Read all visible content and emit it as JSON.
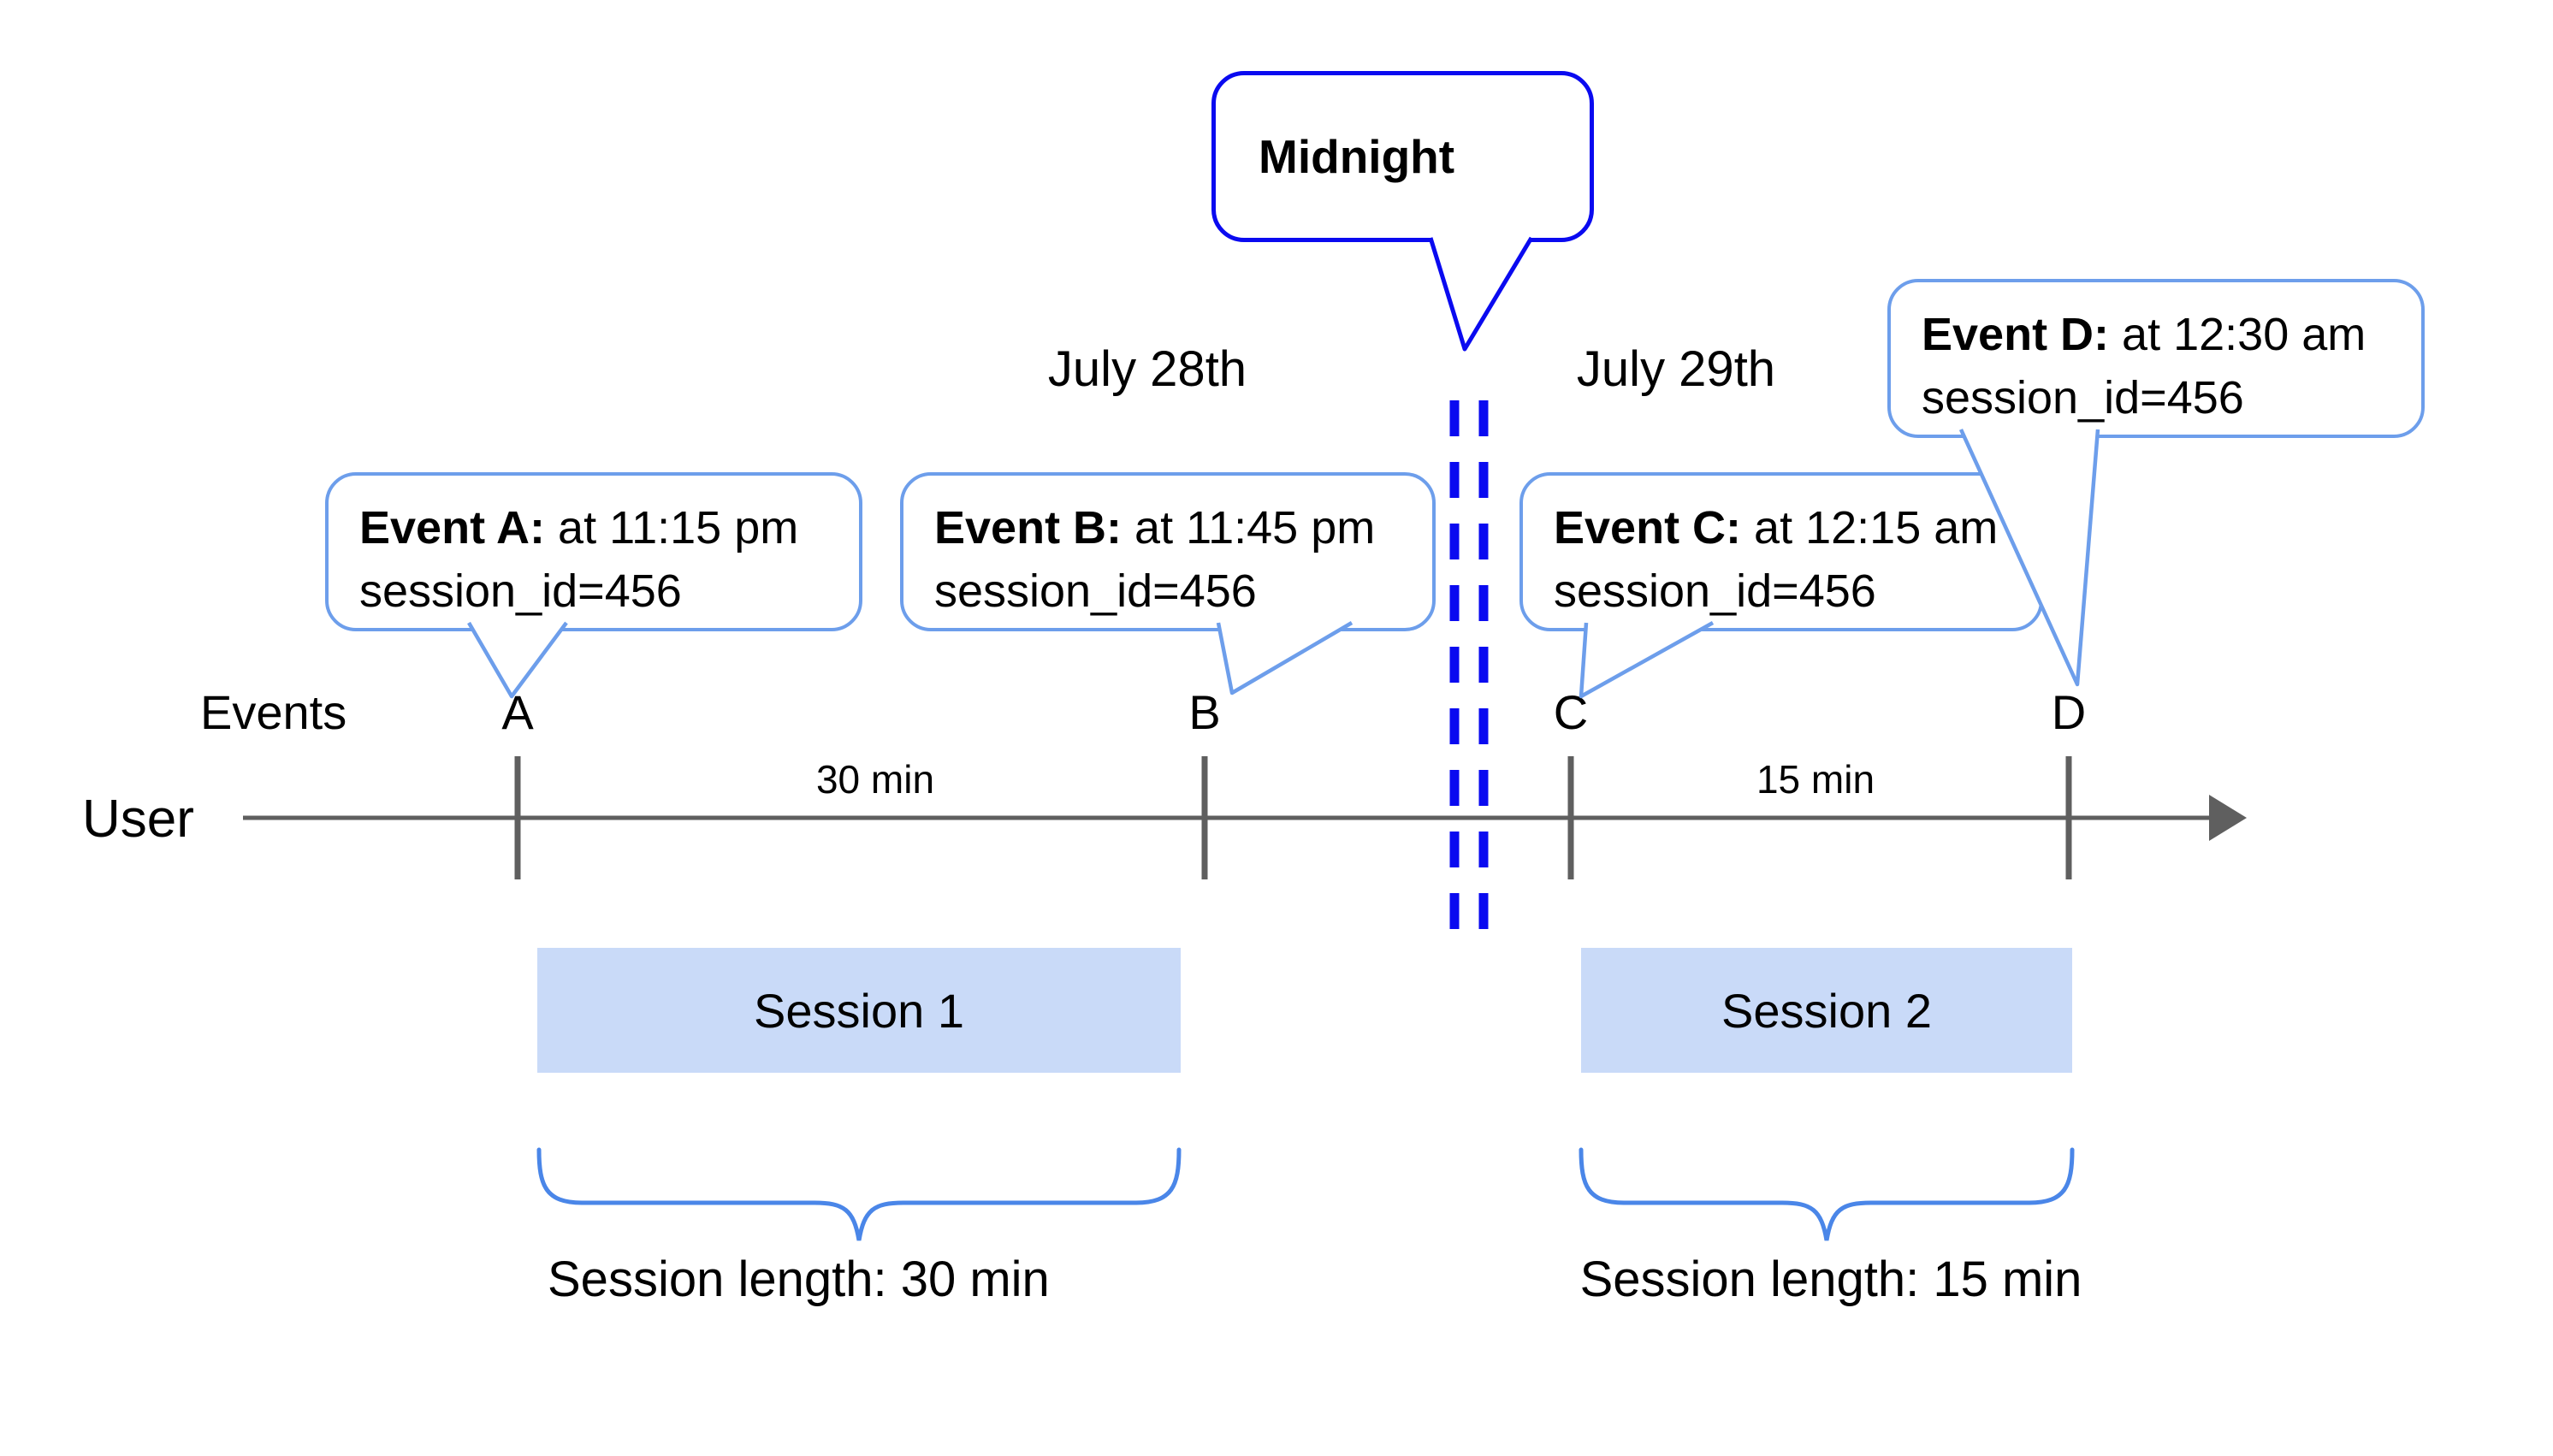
{
  "diagram": {
    "description": "Timeline diagram of user events spanning midnight with two sessions",
    "colors": {
      "background": "#ffffff",
      "midnight_blue": "#0a0af0",
      "callout_border_blue": "#6d9eeb",
      "brace_blue": "#4a86e8",
      "session_fill": "#c9daf8",
      "timeline_gray": "#5f5f5f",
      "text": "#000000"
    },
    "midnight_callout": {
      "label": "Midnight"
    },
    "dates": {
      "left": "July 28th",
      "right": "July 29th"
    },
    "event_callouts": [
      {
        "bold": "Event A:",
        "rest": " at 11:15 pm",
        "line2": "session_id=456"
      },
      {
        "bold": "Event B:",
        "rest": " at 11:45 pm",
        "line2": "session_id=456"
      },
      {
        "bold": "Event C:",
        "rest": " at 12:15 am",
        "line2": "session_id=456"
      },
      {
        "bold": "Event D:",
        "rest": " at 12:30 am",
        "line2": "session_id=456"
      }
    ],
    "timeline": {
      "events_label": "Events",
      "user_label": "User",
      "ticks": [
        "A",
        "B",
        "C",
        "D"
      ],
      "intervals": [
        {
          "label": "30 min"
        },
        {
          "label": "15 min"
        }
      ]
    },
    "sessions": [
      {
        "label": "Session 1",
        "length": "Session length: 30 min"
      },
      {
        "label": "Session 2",
        "length": "Session length: 15 min"
      }
    ]
  }
}
